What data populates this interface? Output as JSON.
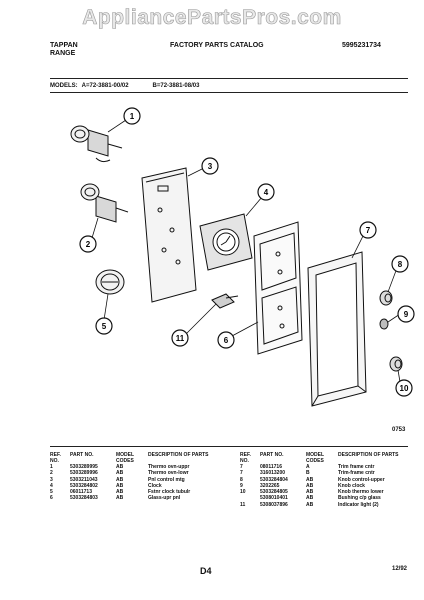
{
  "watermark": "AppliancePartsPros.com",
  "header": {
    "brand_line1": "TAPPAN",
    "brand_line2": "RANGE",
    "catalog_title": "FACTORY PARTS CATALOG",
    "catalog_number": "5995231734"
  },
  "models": {
    "label": "MODELS:",
    "model_a": "A=72-3881-00/02",
    "model_b": "B=72-3881-08/03"
  },
  "drawing_number": "0753",
  "callouts": [
    "1",
    "2",
    "3",
    "4",
    "5",
    "6",
    "7",
    "8",
    "9",
    "10",
    "11"
  ],
  "table_headers": {
    "ref": "REF. NO.",
    "part": "PART NO.",
    "model": "MODEL CODES",
    "desc": "DESCRIPTION OF PARTS"
  },
  "parts_left": [
    {
      "ref": "1",
      "part": "5303289995",
      "model": "AB",
      "desc": "Thermo ovn-uppr"
    },
    {
      "ref": "2",
      "part": "5303289996",
      "model": "AB",
      "desc": "Thermo ovn-lowr"
    },
    {
      "ref": "3",
      "part": "5303211043",
      "model": "AB",
      "desc": "Pnl control mtg"
    },
    {
      "ref": "4",
      "part": "5303284802",
      "model": "AB",
      "desc": "Clock"
    },
    {
      "ref": "5",
      "part": "06011713",
      "model": "AB",
      "desc": "Fstnr clock tubulr"
    },
    {
      "ref": "6",
      "part": "5303284803",
      "model": "AB",
      "desc": "Glass-upr pnl"
    }
  ],
  "parts_right": [
    {
      "ref": "7",
      "part": "08011716",
      "model": "A",
      "desc": "Trim frame cntr"
    },
    {
      "ref": "7",
      "part": "316013200",
      "model": "B",
      "desc": "Trim-frame cntr"
    },
    {
      "ref": "8",
      "part": "5303284804",
      "model": "AB",
      "desc": "Knob control-upper"
    },
    {
      "ref": "9",
      "part": "3202265",
      "model": "AB",
      "desc": "Knob clock"
    },
    {
      "ref": "10",
      "part": "5303284805",
      "model": "AB",
      "desc": "Knob thermo lower"
    },
    {
      "ref": "",
      "part": "5308010401",
      "model": "AB",
      "desc": "Bushing c/p glass"
    },
    {
      "ref": "11",
      "part": "5308037896",
      "model": "AB",
      "desc": "Indicator light (2)"
    }
  ],
  "footer": {
    "page": "D4",
    "date": "12/92"
  }
}
